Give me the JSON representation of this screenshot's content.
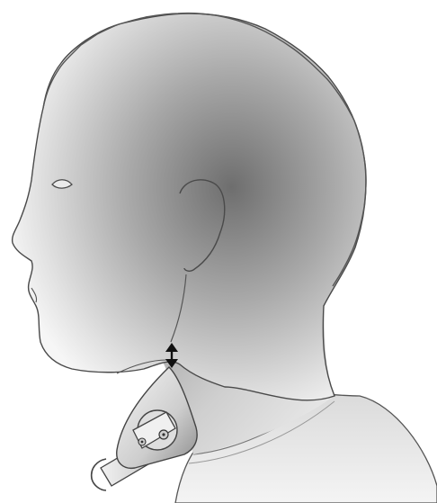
{
  "illustration": {
    "subject": "head-profile",
    "device": "neck-electrolarynx",
    "indicator": "double-headed-vertical-arrow"
  },
  "colors": {
    "background": "#ffffff",
    "outline": "#4a4a4a",
    "skin_light": "#f4f4f4",
    "skin_dark": "#7a7a7a",
    "device_light": "#e8e8e8",
    "device_dark": "#8a8a8a",
    "arrow": "#111111"
  }
}
